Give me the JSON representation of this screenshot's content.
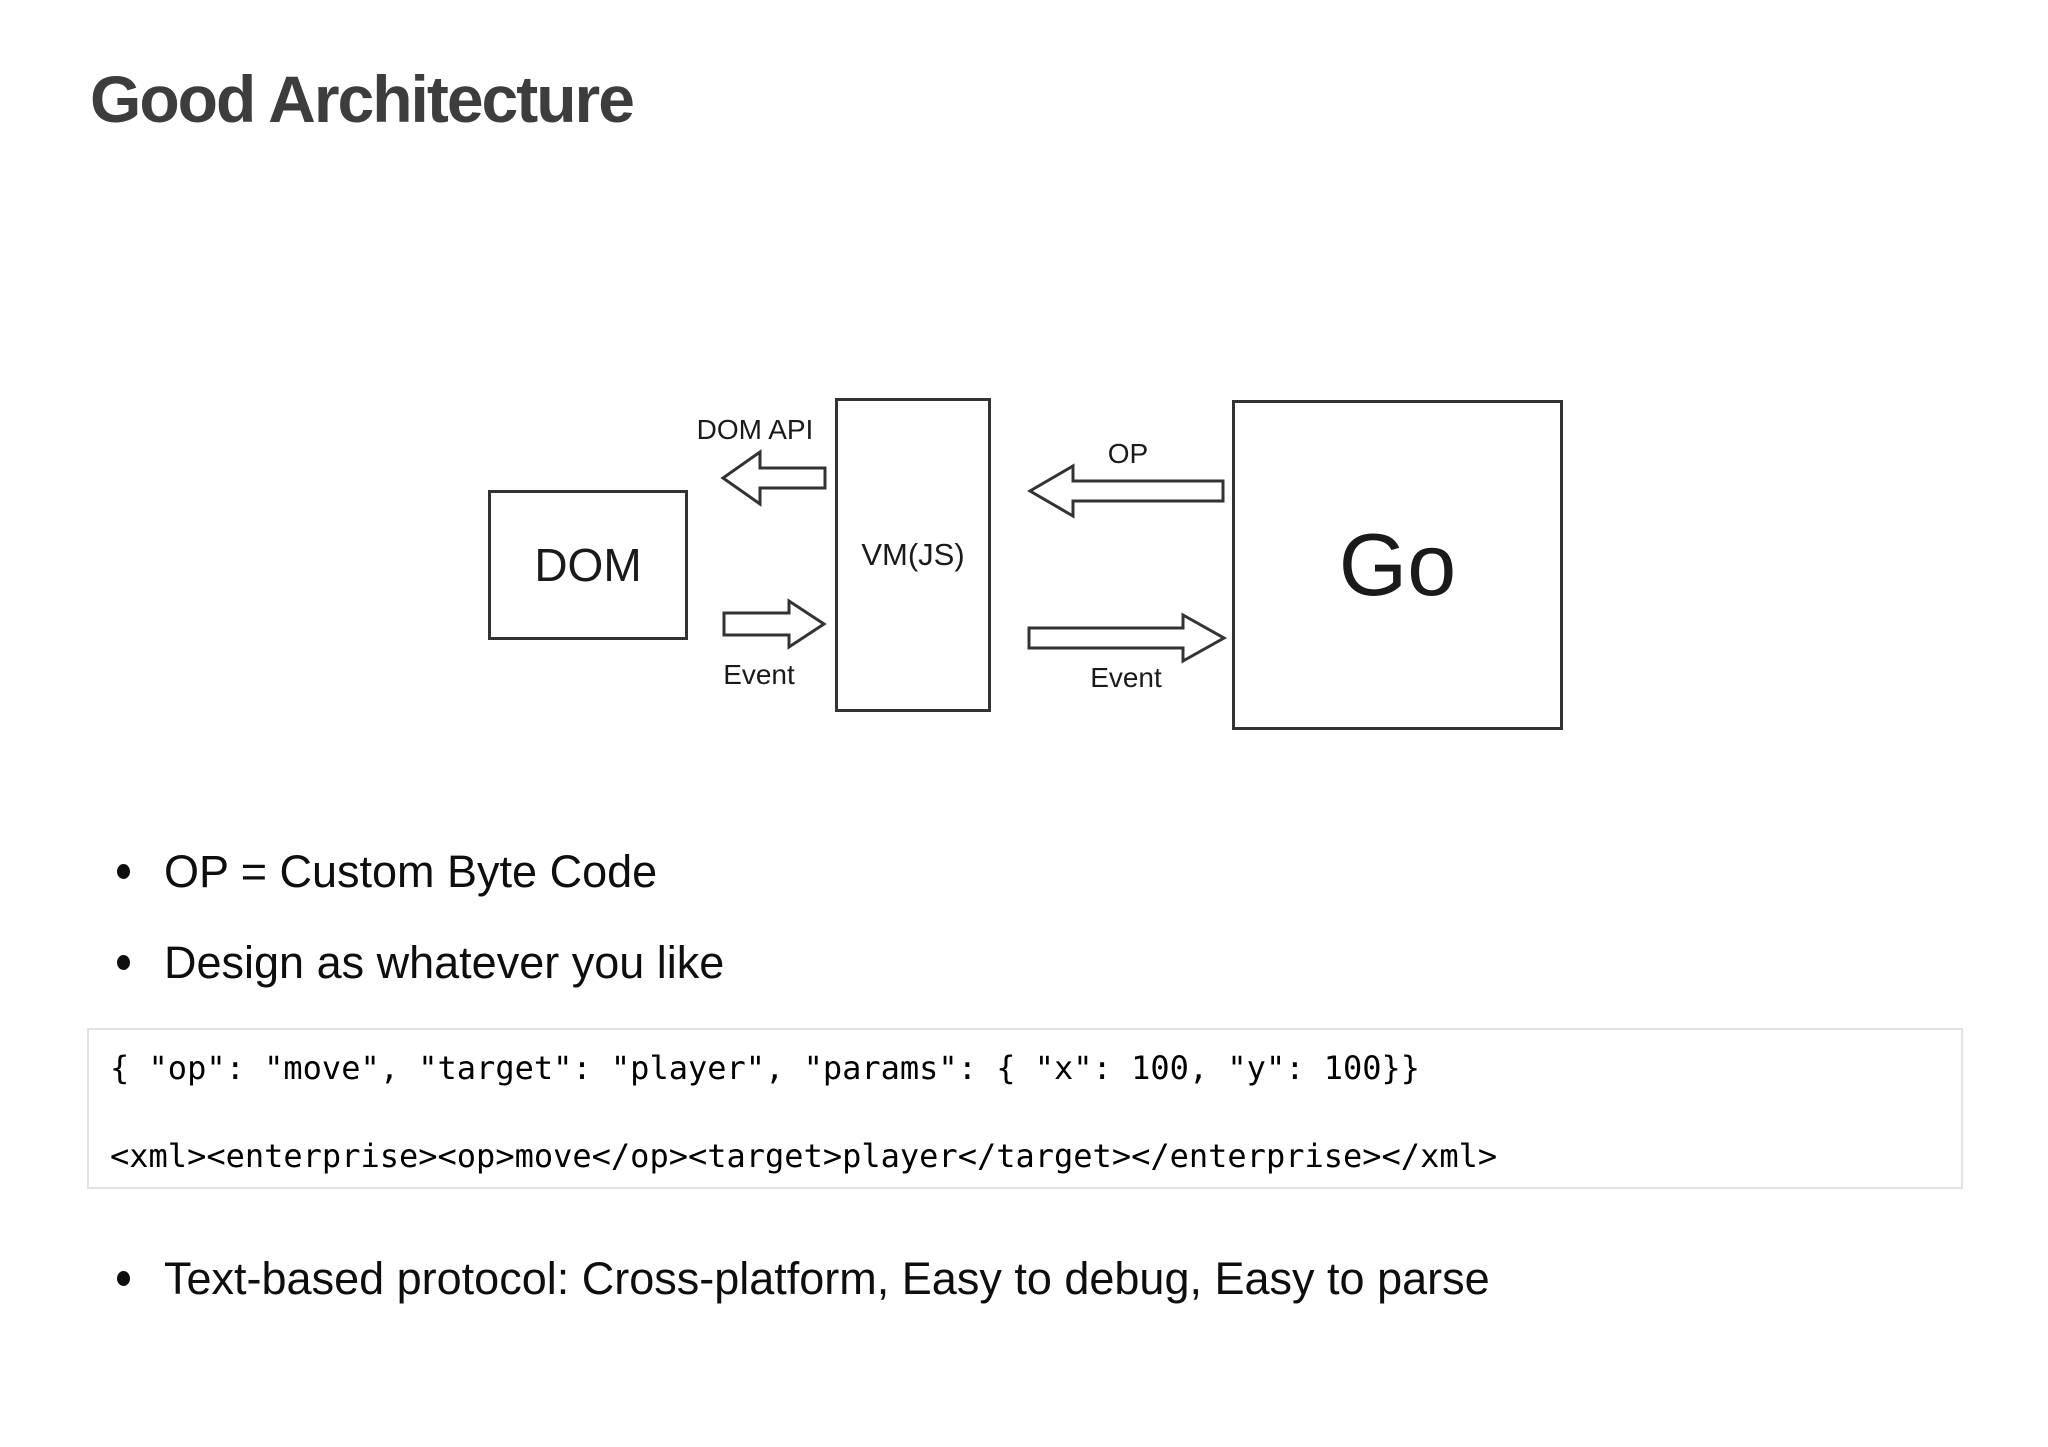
{
  "slide": {
    "title": "Good Architecture"
  },
  "diagram": {
    "nodes": {
      "dom": "DOM",
      "vm": "VM(JS)",
      "go": "Go"
    },
    "arrows": {
      "dom_api": {
        "label": "DOM API",
        "direction": "left"
      },
      "event_left": {
        "label": "Event",
        "direction": "right"
      },
      "op": {
        "label": "OP",
        "direction": "left"
      },
      "event_right": {
        "label": "Event",
        "direction": "right"
      }
    }
  },
  "bullets": {
    "item1": "OP = Custom Byte Code",
    "item2": "Design as whatever you like",
    "item3": "Text-based protocol: Cross-platform, Easy to debug, Easy to parse"
  },
  "code": {
    "line1": "{ \"op\": \"move\", \"target\": \"player\", \"params\": { \"x\": 100, \"y\": 100}}",
    "line2": "<xml><enterprise><op>move</op><target>player</target></enterprise></xml>"
  },
  "colors": {
    "background": "#ffffff",
    "title_text": "#3d3d3d",
    "body_text": "#0e0e0e",
    "diagram_stroke": "#333333",
    "code_border": "#e2e2e2",
    "code_text": "#000000"
  }
}
